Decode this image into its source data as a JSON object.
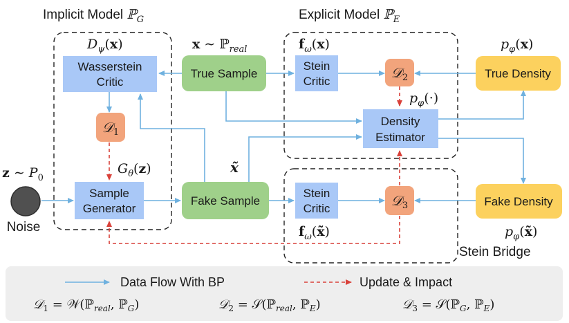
{
  "colors": {
    "blue_box": "#a9c8f7",
    "green_box": "#9fd08a",
    "orange_box": "#f2a47c",
    "yellow_box": "#fcd15e",
    "flow_arrow": "#6fb1df",
    "update_arrow": "#d9413a",
    "noise": "#505050",
    "legend_bg": "#eeeeee"
  },
  "regions": {
    "implicit": "Implicit Model ℙ_G",
    "explicit": "Explicit Model ℙ_E",
    "stein_bridge": "Stein Bridge"
  },
  "nodes": {
    "wasserstein_critic": [
      "Wasserstein",
      "Critic"
    ],
    "true_sample": "True Sample",
    "stein_critic_top": [
      "Stein",
      "Critic"
    ],
    "d2": "𝒟₂",
    "true_density": "True Density",
    "d1": "𝒟₁",
    "density_estimator": [
      "Density",
      "Estimator"
    ],
    "sample_generator": [
      "Sample",
      "Generator"
    ],
    "fake_sample": "Fake Sample",
    "stein_critic_bottom": [
      "Stein",
      "Critic"
    ],
    "d3": "𝒟₃",
    "fake_density": "Fake Density",
    "noise": "Noise"
  },
  "math_labels": {
    "d_psi": "D_ψ(𝐱)",
    "x_real": "𝐱 ∼ ℙ_real",
    "f_omega_x": "𝐟_ω(𝐱)",
    "p_phi_x": "p_φ(𝐱)",
    "p_phi_dot": "p_φ(·)",
    "g_theta": "G_θ(𝐳)",
    "x_tilde": "𝐱̃",
    "z_p0": "𝐳 ∼ P₀",
    "f_omega_xt": "𝐟_ω(𝐱̃)",
    "p_phi_xt": "p_φ(𝐱̃)"
  },
  "legend": {
    "data_flow": "Data Flow With BP",
    "update": "Update & Impact",
    "eq1": "𝒟₁ = 𝒲(ℙ_real, ℙ_G)",
    "eq2": "𝒟₂ = 𝒮(ℙ_real, ℙ_E)",
    "eq3": "𝒟₃ = 𝒮(ℙ_G, ℙ_E)"
  }
}
